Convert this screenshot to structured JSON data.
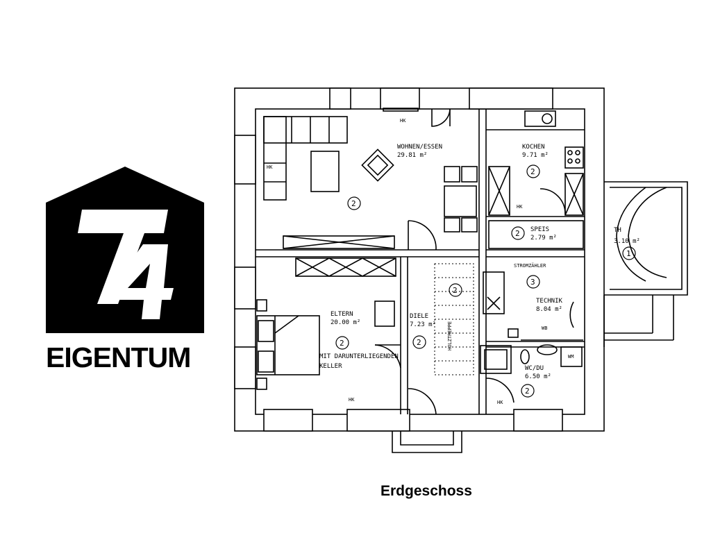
{
  "logo": {
    "mark_text": "T4",
    "wordmark": "EIGENTUM"
  },
  "floor_title": "Erdgeschoss",
  "rooms": {
    "wohnen": {
      "name": "WOHNEN/ESSEN",
      "area": "29.81 m²",
      "marker": "2"
    },
    "kochen": {
      "name": "KOCHEN",
      "area": "9.71 m²",
      "marker": "2"
    },
    "speis": {
      "name": "SPEIS",
      "area": "2.79 m²",
      "marker": "2"
    },
    "th": {
      "name": "TH",
      "area": "3.10 m²",
      "marker": "1"
    },
    "eltern": {
      "name": "ELTERN",
      "area": "20.00 m²",
      "marker": "2",
      "note_1": "MIT DARUNTERLIEGENDEN",
      "note_2": "KELLER"
    },
    "diele": {
      "name": "DIELE",
      "area": "7.23 m²",
      "marker": "2"
    },
    "technik": {
      "name": "TECHNIK",
      "area": "8.04 m²",
      "marker": "3",
      "meter_label": "STROMZÄHLER"
    },
    "wcdu": {
      "name": "WC/DU",
      "area": "6.50 m²",
      "marker": "2"
    },
    "stair_marker": "2"
  },
  "fixtures": {
    "hk": "HK",
    "wb": "WB",
    "wm": "WM",
    "stair_text": "HOLZTREPPE"
  }
}
